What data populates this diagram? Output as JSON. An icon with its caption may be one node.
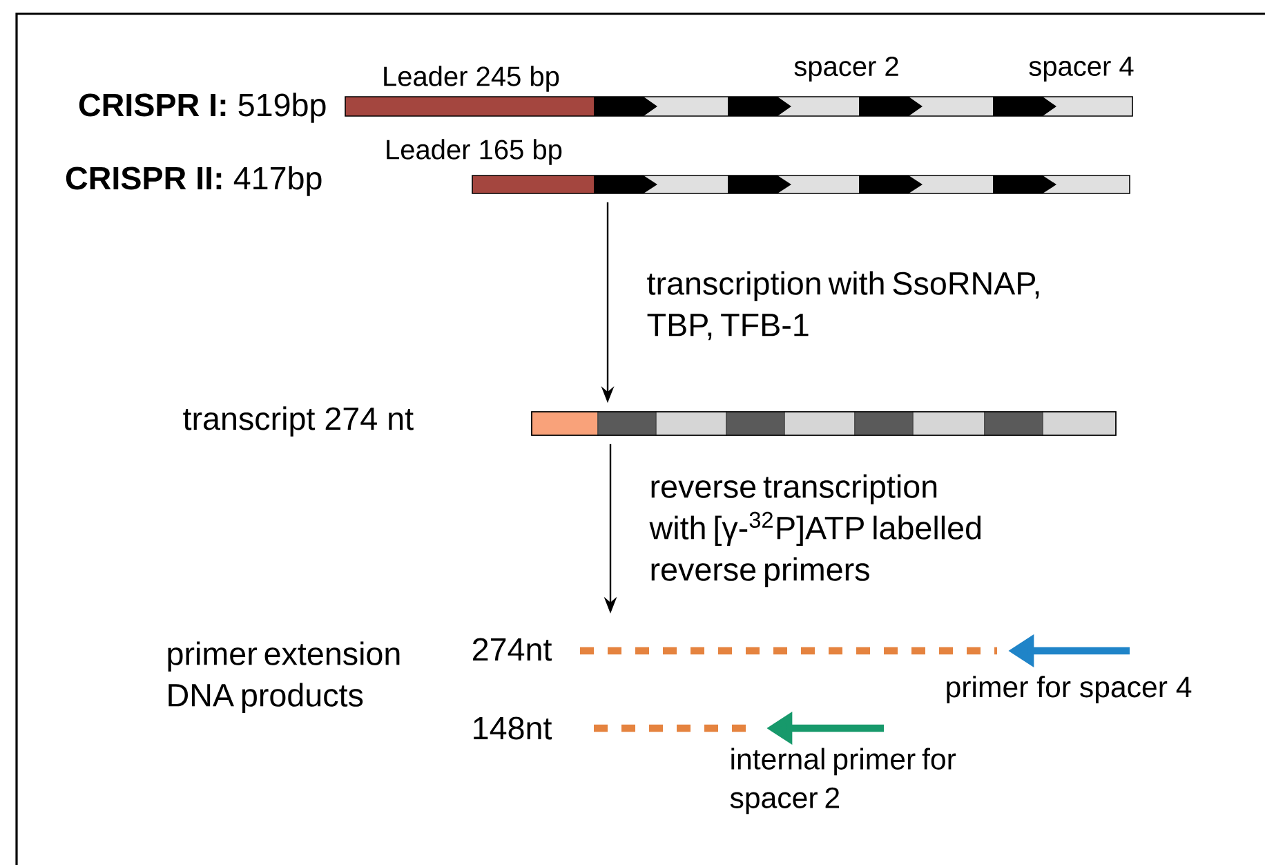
{
  "diagram": {
    "nodes": [
      {
        "text": [],
        "shape": "bar",
        "beside": [
          "**CRISPR I:** 519bp",
          "Leader 245 bp",
          "spacer 2",
          "spacer 4"
        ]
      },
      {
        "text": [],
        "shape": "bar",
        "beside": [
          "**CRISPR II:** 417bp",
          "Leader 165 bp"
        ]
      },
      {
        "text": [],
        "shape": "bar",
        "beside": [
          "transcript 274 nt"
        ]
      }
    ],
    "edges": [
      {
        "from": 1,
        "to": 2,
        "arrow": "to",
        "label": "transcription with SsoRNAP, TBP, TFB-1"
      },
      {
        "from": 2,
        "to": null,
        "arrow": "to",
        "label": "reverse transcription with [γ-$^{32}$P]ATP labelled reverse primers"
      }
    ],
    "labels": [
      "primer extension DNA products",
      "274nt",
      "148nt",
      "primer for spacer 4",
      "internal primer for spacer 2"
    ]
  }
}
